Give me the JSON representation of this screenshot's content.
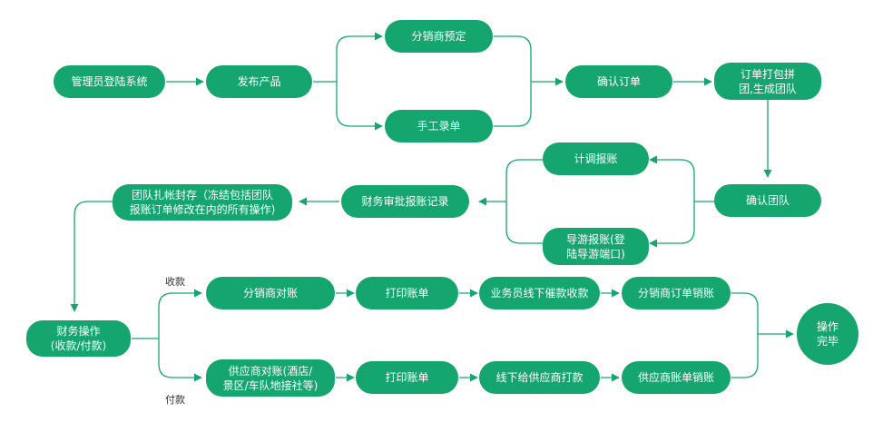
{
  "nodes": {
    "admin_login": "管理员登陆系统",
    "publish_product": "发布产品",
    "distributor_booking": "分销商预定",
    "manual_entry": "手工录单",
    "confirm_order": "确认订单",
    "order_group": "订单打包拼\n团,生成团队",
    "confirm_group": "确认团队",
    "plan_reimburse": "计调报账",
    "guide_reimburse": "导游报账(登\n陆导游端口)",
    "finance_approve": "财务审批报账记录",
    "seal_group": "团队扎帐封存（冻结包括团队\n报账订单修改在内的所有操作)",
    "finance_op": "财务操作\n(收款/付款)",
    "dist_reconcile": "分销商对账",
    "print_bill_1": "打印账单",
    "sales_collect": "业务员线下催款收款",
    "dist_writeoff": "分销商订单销账",
    "supplier_reconcile": "供应商对账(酒店/\n景区/车队地接社等)",
    "print_bill_2": "打印账单",
    "offline_pay": "线下给供应商打款",
    "supplier_writeoff": "供应商账单销账",
    "done": "操作\n完毕"
  },
  "labels": {
    "receive": "收款",
    "pay": "付款"
  },
  "colors": {
    "node_fill": "#15a66f",
    "line": "#15a66f",
    "text_on_node": "#ffffff"
  }
}
